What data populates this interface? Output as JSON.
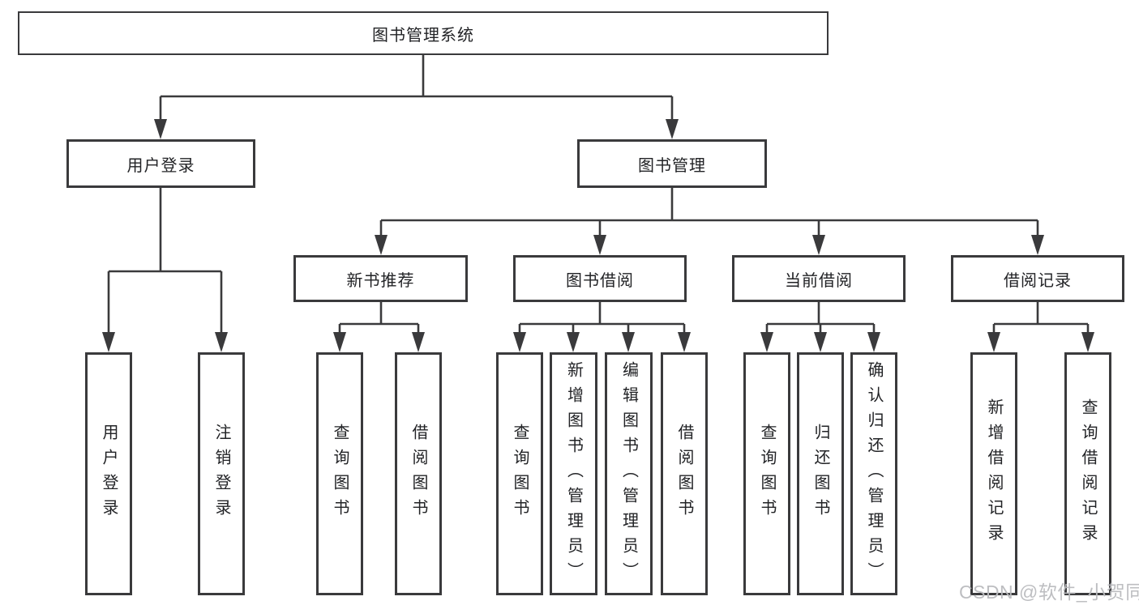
{
  "diagram": {
    "title_node": "图书管理系统",
    "level2": {
      "user_login": "用户登录",
      "book_mgmt": "图书管理"
    },
    "level3": {
      "new_book_rec": "新书推荐",
      "book_borrow": "图书借阅",
      "current_borrow": "当前借阅",
      "borrow_records": "借阅记录"
    },
    "leaves": {
      "user_login": "用户登录",
      "logout": "注销登录",
      "query_book_1": "查询图书",
      "borrow_book_1": "借阅图书",
      "query_book_2": "查询图书",
      "add_book_admin": "新增图书（管理员）",
      "edit_book_admin": "编辑图书（管理员）",
      "borrow_book_2": "借阅图书",
      "query_book_3": "查询图书",
      "return_book": "归还图书",
      "confirm_return_admin": "确认归还（管理员）",
      "add_borrow_record": "新增借阅记录",
      "query_borrow_record": "查询借阅记录"
    }
  },
  "watermark": "CSDN @软件_小贺同学",
  "colors": {
    "line": "#3a3a3c",
    "box_border": "#3a3a3c",
    "text": "#222326",
    "watermark": "#b9bbbe"
  }
}
